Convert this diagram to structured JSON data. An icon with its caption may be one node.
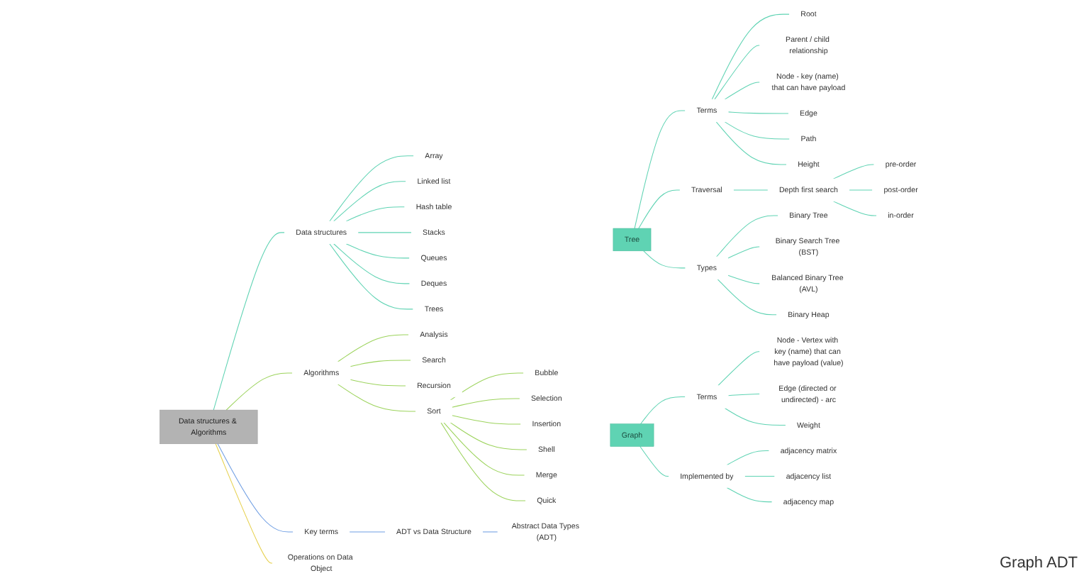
{
  "diagram": {
    "nodes": [
      {
        "text": [
          "Data structures & Algorithms"
        ]
      },
      {
        "text": [
          "Data structures"
        ]
      },
      {
        "text": [
          "Array"
        ]
      },
      {
        "text": [
          "Linked list"
        ]
      },
      {
        "text": [
          "Hash table"
        ]
      },
      {
        "text": [
          "Stacks"
        ]
      },
      {
        "text": [
          "Queues"
        ]
      },
      {
        "text": [
          "Deques"
        ]
      },
      {
        "text": [
          "Trees"
        ]
      },
      {
        "text": [
          "Tree"
        ]
      },
      {
        "text": [
          "Terms"
        ]
      },
      {
        "text": [
          "Root"
        ]
      },
      {
        "text": [
          "Parent / child relationship"
        ]
      },
      {
        "text": [
          "Node - key (name) that can have payload"
        ]
      },
      {
        "text": [
          "Edge"
        ]
      },
      {
        "text": [
          "Path"
        ]
      },
      {
        "text": [
          "Height"
        ]
      },
      {
        "text": [
          "Traversal"
        ]
      },
      {
        "text": [
          "Depth first search"
        ]
      },
      {
        "text": [
          "pre-order"
        ]
      },
      {
        "text": [
          "post-order"
        ]
      },
      {
        "text": [
          "in-order"
        ]
      },
      {
        "text": [
          "Types"
        ]
      },
      {
        "text": [
          "Binary Tree"
        ]
      },
      {
        "text": [
          "Binary Search Tree (BST)"
        ]
      },
      {
        "text": [
          "Balanced Binary Tree (AVL)"
        ]
      },
      {
        "text": [
          "Binary Heap"
        ]
      },
      {
        "text": [
          "Graph"
        ]
      },
      {
        "text": [
          "Terms"
        ]
      },
      {
        "text": [
          "Node - Vertex with key (name) that can have payload (value)"
        ]
      },
      {
        "text": [
          "Edge (directed or undirected) - arc"
        ]
      },
      {
        "text": [
          "Weight"
        ]
      },
      {
        "text": [
          "Implemented by"
        ]
      },
      {
        "text": [
          "adjacency matrix"
        ]
      },
      {
        "text": [
          "adjacency list"
        ]
      },
      {
        "text": [
          "adjacency map"
        ]
      },
      {
        "text": [
          "Algorithms"
        ]
      },
      {
        "text": [
          "Analysis"
        ]
      },
      {
        "text": [
          "Search"
        ]
      },
      {
        "text": [
          "Recursion"
        ]
      },
      {
        "text": [
          "Sort"
        ]
      },
      {
        "text": [
          "Bubble"
        ]
      },
      {
        "text": [
          "Selection"
        ]
      },
      {
        "text": [
          "Insertion"
        ]
      },
      {
        "text": [
          "Shell"
        ]
      },
      {
        "text": [
          "Merge"
        ]
      },
      {
        "text": [
          "Quick"
        ]
      },
      {
        "text": [
          "Key terms"
        ]
      },
      {
        "text": [
          "ADT vs Data Structure"
        ]
      },
      {
        "text": [
          "Abstract Data Types (ADT)"
        ]
      },
      {
        "text": [
          "Operations on Data Object"
        ]
      }
    ],
    "edges": [
      {
        "from": 0,
        "to": 1,
        "arrow": "none"
      },
      {
        "from": 1,
        "to": 2,
        "arrow": "none"
      },
      {
        "from": 1,
        "to": 3,
        "arrow": "none"
      },
      {
        "from": 1,
        "to": 4,
        "arrow": "none"
      },
      {
        "from": 1,
        "to": 5,
        "arrow": "none"
      },
      {
        "from": 1,
        "to": 6,
        "arrow": "none"
      },
      {
        "from": 1,
        "to": 7,
        "arrow": "none"
      },
      {
        "from": 1,
        "to": 8,
        "arrow": "none"
      },
      {
        "from": 9,
        "to": 10,
        "arrow": "none"
      },
      {
        "from": 10,
        "to": 11,
        "arrow": "none"
      },
      {
        "from": 10,
        "to": 12,
        "arrow": "none"
      },
      {
        "from": 10,
        "to": 13,
        "arrow": "none"
      },
      {
        "from": 10,
        "to": 14,
        "arrow": "none"
      },
      {
        "from": 10,
        "to": 15,
        "arrow": "none"
      },
      {
        "from": 10,
        "to": 16,
        "arrow": "none"
      },
      {
        "from": 9,
        "to": 17,
        "arrow": "none"
      },
      {
        "from": 17,
        "to": 18,
        "arrow": "none"
      },
      {
        "from": 18,
        "to": 19,
        "arrow": "none"
      },
      {
        "from": 18,
        "to": 20,
        "arrow": "none"
      },
      {
        "from": 18,
        "to": 21,
        "arrow": "none"
      },
      {
        "from": 9,
        "to": 22,
        "arrow": "none"
      },
      {
        "from": 22,
        "to": 23,
        "arrow": "none"
      },
      {
        "from": 22,
        "to": 24,
        "arrow": "none"
      },
      {
        "from": 22,
        "to": 25,
        "arrow": "none"
      },
      {
        "from": 22,
        "to": 26,
        "arrow": "none"
      },
      {
        "from": 27,
        "to": 28,
        "arrow": "none"
      },
      {
        "from": 28,
        "to": 29,
        "arrow": "none"
      },
      {
        "from": 28,
        "to": 30,
        "arrow": "none"
      },
      {
        "from": 28,
        "to": 31,
        "arrow": "none"
      },
      {
        "from": 27,
        "to": 32,
        "arrow": "none"
      },
      {
        "from": 32,
        "to": 33,
        "arrow": "none"
      },
      {
        "from": 32,
        "to": 34,
        "arrow": "none"
      },
      {
        "from": 32,
        "to": 35,
        "arrow": "none"
      },
      {
        "from": 0,
        "to": 36,
        "arrow": "none",
        "color": "#9cd35c"
      },
      {
        "from": 36,
        "to": 37,
        "arrow": "none",
        "color": "#9cd35c"
      },
      {
        "from": 36,
        "to": 38,
        "arrow": "none",
        "color": "#9cd35c"
      },
      {
        "from": 36,
        "to": 39,
        "arrow": "none",
        "color": "#9cd35c"
      },
      {
        "from": 36,
        "to": 40,
        "arrow": "none",
        "color": "#9cd35c"
      },
      {
        "from": 40,
        "to": 41,
        "arrow": "none",
        "color": "#9cd35c"
      },
      {
        "from": 40,
        "to": 42,
        "arrow": "none",
        "color": "#9cd35c"
      },
      {
        "from": 40,
        "to": 43,
        "arrow": "none",
        "color": "#9cd35c"
      },
      {
        "from": 40,
        "to": 44,
        "arrow": "none",
        "color": "#9cd35c"
      },
      {
        "from": 40,
        "to": 45,
        "arrow": "none",
        "color": "#9cd35c"
      },
      {
        "from": 40,
        "to": 46,
        "arrow": "none",
        "color": "#9cd35c"
      },
      {
        "from": 0,
        "to": 47,
        "arrow": "none",
        "color": "#6f9ee3"
      },
      {
        "from": 47,
        "to": 48,
        "arrow": "none",
        "color": "#6f9ee3"
      },
      {
        "from": 48,
        "to": 49,
        "arrow": "none",
        "color": "#6f9ee3"
      },
      {
        "from": 0,
        "to": 50,
        "arrow": "none",
        "color": "#e6d04c"
      }
    ],
    "labels": [
      "Graph ADT"
    ]
  }
}
